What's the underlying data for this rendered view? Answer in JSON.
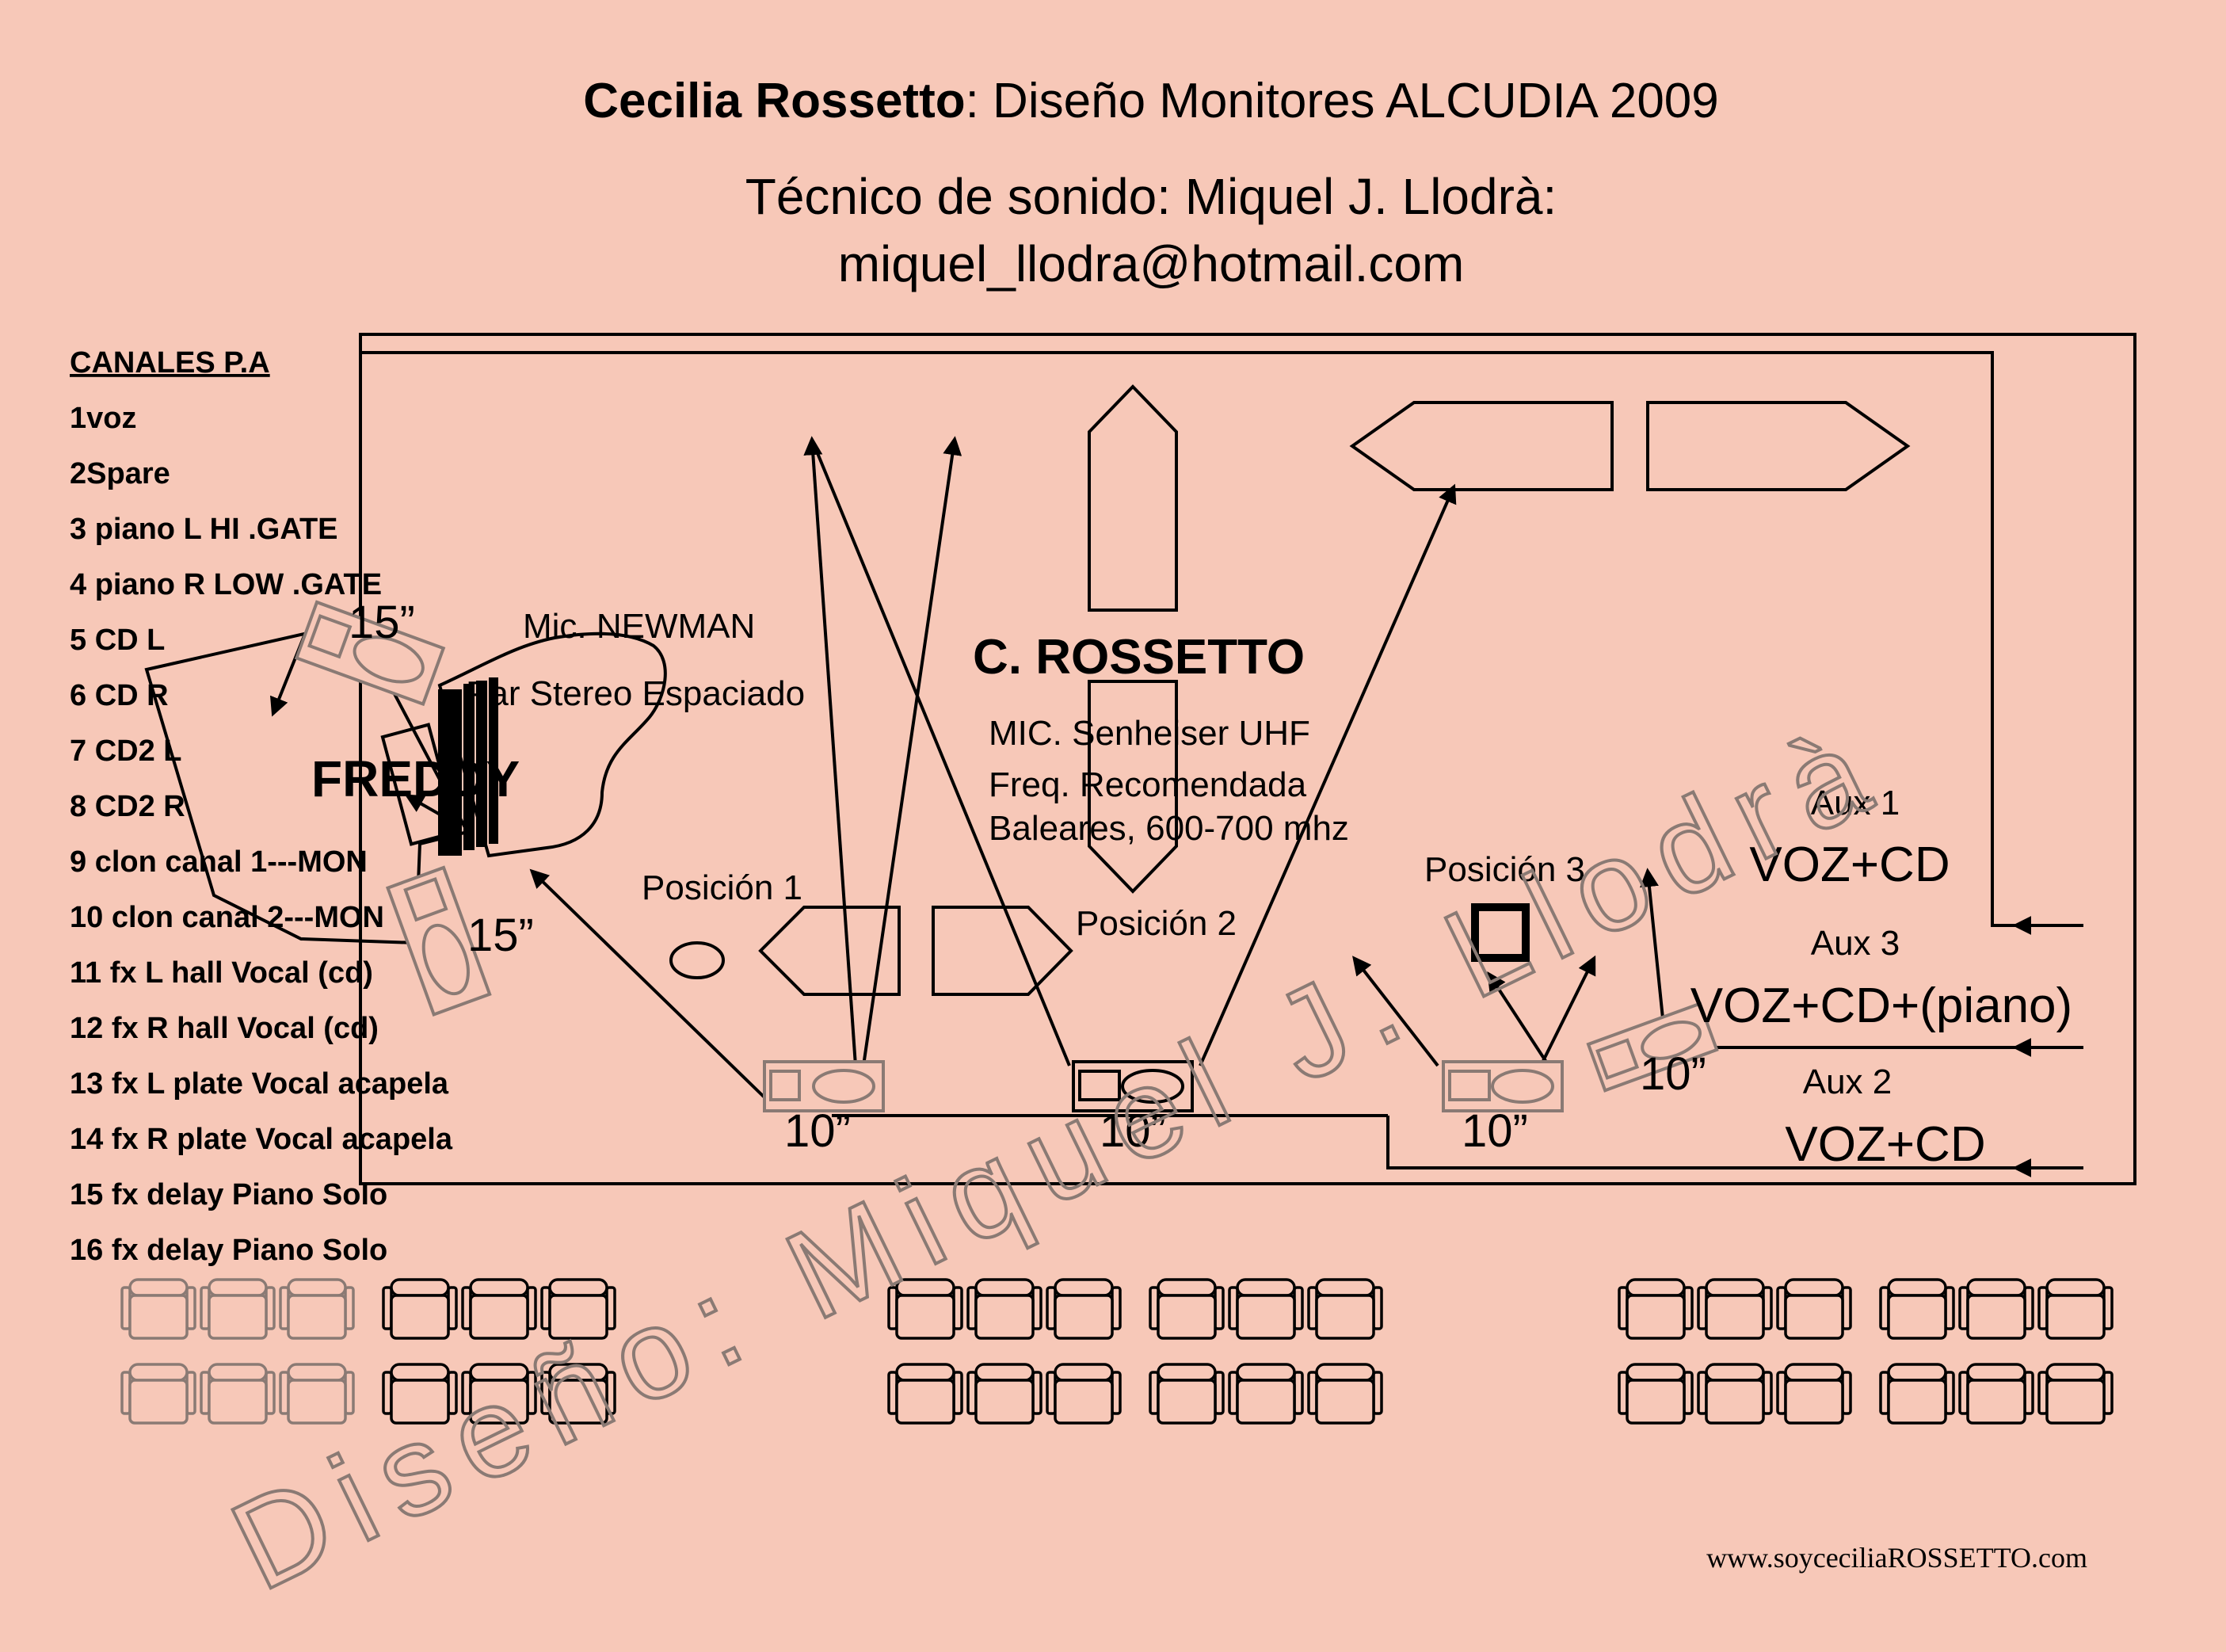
{
  "header": {
    "title_bold": "Cecilia Rossetto",
    "title_rest": ": Diseño Monitores ALCUDIA 2009",
    "line2": "Técnico de sonido: Miquel J. Llodrà:",
    "line3": "miquel_llodra@hotmail.com"
  },
  "channels": {
    "heading": "CANALES P.A",
    "items": [
      "1voz",
      "2Spare",
      "3 piano L HI .GATE",
      "4 piano R  LOW .GATE",
      "5 CD L",
      "6 CD R",
      "7 CD2 L",
      "8 CD2 R",
      "9 clon canal 1---MON",
      "10 clon canal 2---MON",
      "11 fx L hall Vocal (cd)",
      "12 fx R hall Vocal (cd)",
      "13 fx L plate Vocal acapela",
      "14 fx R plate Vocal acapela",
      "15 fx delay Piano Solo",
      "16 fx delay Piano Solo"
    ]
  },
  "stage": {
    "mic_newman": "Mic. NEWMAN",
    "par_stereo": "Par Stereo Espaciado",
    "fredy": "FREDDY",
    "artist": "C. ROSSETTO",
    "mic_senheiser": "MIC. Senheiser UHF",
    "freq_1": "Freq. Recomendada",
    "freq_2": "Baleares, 600-700 mhz",
    "pos1": "Posición 1",
    "pos2": "Posición 2",
    "pos3": "Posición 3",
    "sz15a": "15”",
    "sz15b": "15”",
    "sz10a": "10”",
    "sz10b": "10”",
    "sz10c": "10”",
    "sz10d": "10”"
  },
  "aux": {
    "aux1": "Aux 1",
    "aux1_mix": "VOZ+CD",
    "aux3": "Aux 3",
    "aux3_mix": "VOZ+CD+(piano)",
    "aux2": "Aux 2",
    "aux2_mix": "VOZ+CD"
  },
  "watermark": "Diseño: Miquel J. Llodrà",
  "footer": {
    "url": "www.soyceciliaROSSETTO.com"
  },
  "colors": {
    "background": "#f7c8b8",
    "ink": "#000000",
    "watermark": "#8a7a74"
  }
}
